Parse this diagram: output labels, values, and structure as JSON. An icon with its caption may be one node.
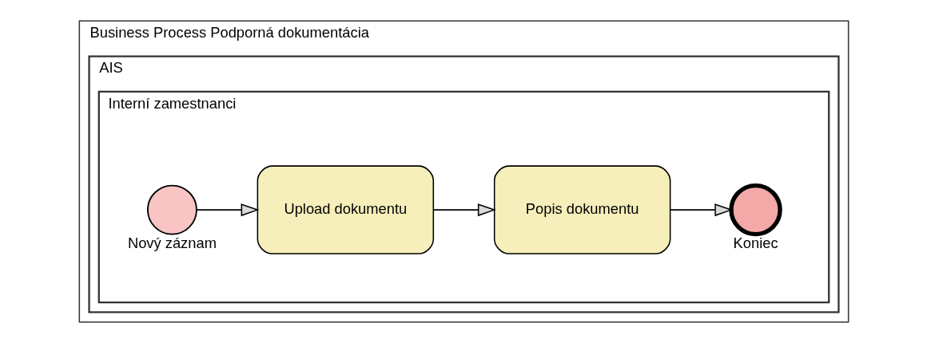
{
  "diagram": {
    "nodes": [
      {
        "text": [
          "Business Process Podporná dokumentácia"
        ]
      },
      {
        "text": [
          "AIS"
        ],
        "in": 0
      },
      {
        "text": [
          "Interní zamestnanci"
        ],
        "in": 1
      },
      {
        "text": [],
        "shape": "circle",
        "beside": [
          "Nový záznam"
        ],
        "in": 2
      },
      {
        "text": [
          "Upload dokumentu"
        ],
        "in": 2
      },
      {
        "text": [
          "Popis dokumentu"
        ],
        "in": 2
      },
      {
        "text": [],
        "shape": "circle",
        "beside": [
          "Koniec"
        ],
        "in": 2
      }
    ],
    "edges": [
      {
        "from": 3,
        "to": 4,
        "arrow": "to"
      },
      {
        "from": 4,
        "to": 5,
        "arrow": "to"
      },
      {
        "from": 5,
        "to": 6,
        "arrow": "to"
      }
    ]
  }
}
